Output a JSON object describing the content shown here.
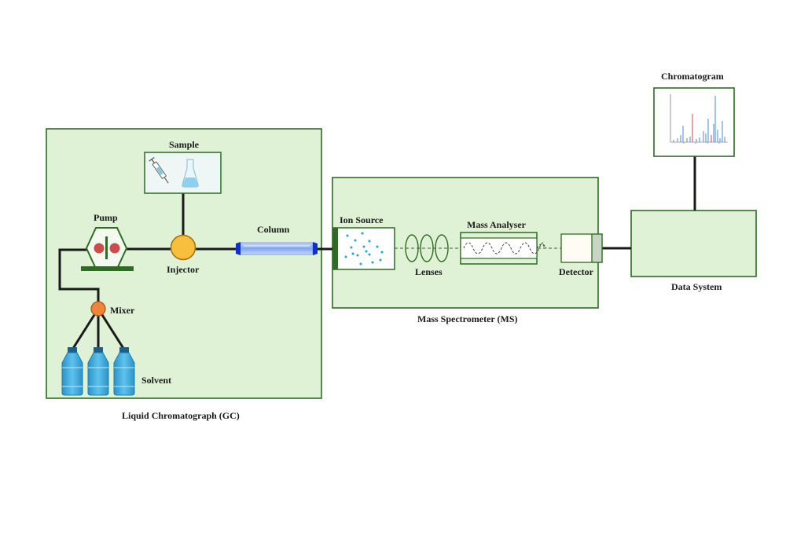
{
  "labels": {
    "sample": "Sample",
    "pump": "Pump",
    "injector": "Injector",
    "column": "Column",
    "mixer": "Mixer",
    "solvent": "Solvent",
    "lc_system": "Liquid Chromatograph (GC)",
    "ion_source": "Ion Source",
    "lenses": "Lenses",
    "mass_analyser": "Mass Analyser",
    "detector": "Detector",
    "ms_system": "Mass Spectrometer (MS)",
    "chromatogram": "Chromatogram",
    "data_system": "Data System"
  },
  "colors": {
    "panel_fill": "#dff2d6",
    "panel_border": "#2e6b23",
    "line": "#1a1a1a",
    "injector": "#f9be3b",
    "mixer": "#ee8538",
    "pump_dot": "#cc4c4c",
    "ion_dot": "#1ea3d6",
    "column": "#8fb4ef",
    "column_cap": "#1030c8",
    "bottle": "#36a9da",
    "peak_blue": "#4a8ad8",
    "peak_red": "#d04848"
  },
  "icons": [
    "syringe-icon",
    "flask-icon",
    "bottle-icon",
    "chromatogram-plot-icon"
  ]
}
